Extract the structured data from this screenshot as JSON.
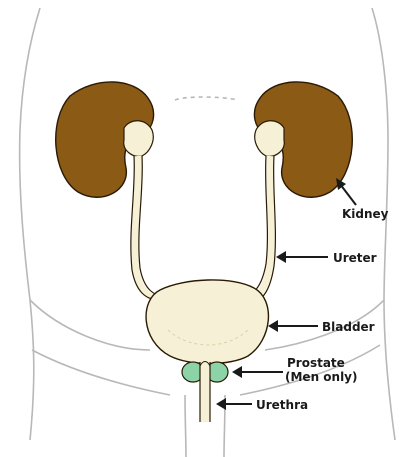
{
  "labels": {
    "kidney": "Kidney",
    "ureter": "Ureter",
    "bladder": "Bladder",
    "prostate_line1": "Prostate",
    "prostate_line2": "(Men only)",
    "urethra": "Urethra"
  },
  "colors": {
    "kidney": "#8B5A14",
    "kidney_stroke": "#2a1a05",
    "ureter_bladder_fill": "#F6F1D6",
    "prostate": "#8DD3A8",
    "body_outline": "#b8b8b8",
    "line": "#1a1a1a"
  }
}
